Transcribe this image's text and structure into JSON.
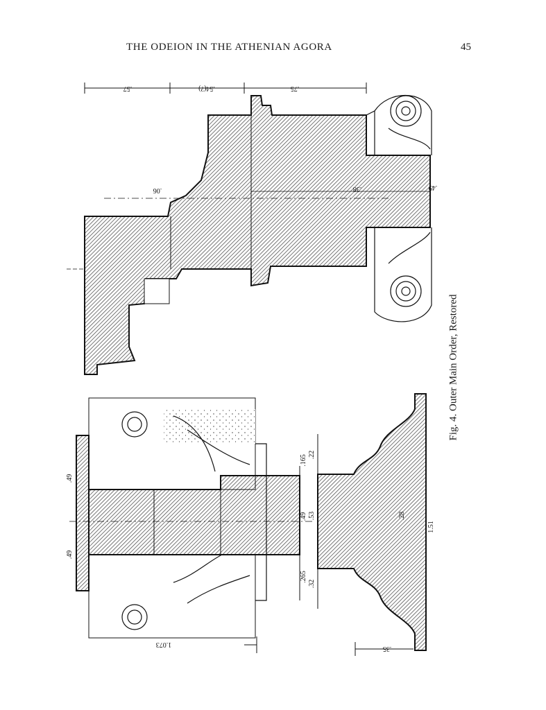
{
  "header": {
    "running_title": "THE ODEION IN THE ATHENIAN AGORA",
    "page_number": "45"
  },
  "caption": "Fig. 4. Outer Main Order, Restored",
  "drawing": {
    "top": {
      "dims_top": [
        ".57",
        ".54(?)",
        ".75"
      ],
      "dim_mid": ".06",
      "dim_shaft": ".38",
      "dim_right": ".49"
    },
    "bottom": {
      "dims_top": [
        ".49",
        ".49"
      ],
      "dims_right": [
        ".165",
        ".49",
        ".265"
      ],
      "dims_base": [
        ".22",
        ".53",
        ".32"
      ],
      "dim_base_centre": ".28",
      "dim_base_right": "1.51",
      "dim_left": "1.073",
      "dim_bottom": ".35"
    }
  },
  "colors": {
    "ink": "#111111",
    "hatch": "#555555",
    "paper": "#ffffff"
  }
}
